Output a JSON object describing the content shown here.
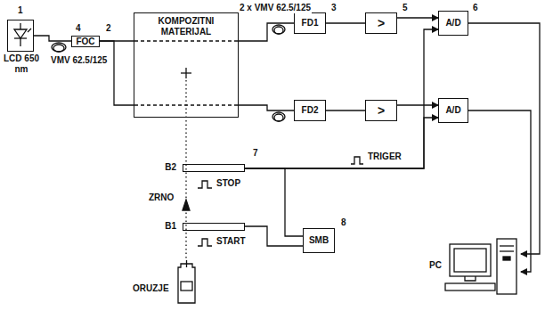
{
  "diagram": {
    "nodes": [
      {
        "text": [
          "LCD 650 nm"
        ]
      },
      {
        "text": [
          "FOC"
        ]
      },
      {
        "text": [
          "KOMPOZITNI MATERIJAL"
        ]
      },
      {
        "text": [
          "FD1"
        ]
      },
      {
        "text": [
          "FD2"
        ]
      },
      {
        "text": [
          ">"
        ]
      },
      {
        "text": [
          ">"
        ]
      },
      {
        "text": [
          "A/D"
        ]
      },
      {
        "text": [
          "A/D"
        ]
      },
      {
        "text": [
          "SMB"
        ]
      },
      {
        "text": [
          "PC"
        ]
      },
      {
        "text": [
          "B2"
        ]
      },
      {
        "text": [
          "B1"
        ]
      }
    ],
    "edges": [
      {
        "from": 0,
        "to": 1,
        "arrow": "none"
      },
      {
        "from": 1,
        "to": 2,
        "arrow": "none"
      },
      {
        "from": 1,
        "to": 2,
        "arrow": "none"
      },
      {
        "from": 2,
        "to": 3,
        "arrow": "none"
      },
      {
        "from": 2,
        "to": 4,
        "arrow": "none"
      },
      {
        "from": 3,
        "to": 5,
        "arrow": "none"
      },
      {
        "from": 4,
        "to": 6,
        "arrow": "none"
      },
      {
        "from": 5,
        "to": 7,
        "arrow": "to"
      },
      {
        "from": 6,
        "to": 8,
        "arrow": "to"
      },
      {
        "from": 7,
        "to": 10,
        "arrow": "to"
      },
      {
        "from": 8,
        "to": 10,
        "arrow": "to"
      },
      {
        "from": 11,
        "to": 7,
        "arrow": "to"
      },
      {
        "from": 11,
        "to": 8,
        "arrow": "to"
      },
      {
        "from": 11,
        "to": 9,
        "arrow": "none"
      },
      {
        "from": 12,
        "to": 9,
        "arrow": "none"
      }
    ],
    "labels": [
      "1",
      "4",
      "VMV 62.5/125",
      "2",
      "2 x VMV 62.5/125",
      "3",
      "5",
      "6",
      "7",
      "TRIGER",
      "STOP",
      "ZRNO",
      "START",
      "8",
      "ORUZJE"
    ]
  }
}
